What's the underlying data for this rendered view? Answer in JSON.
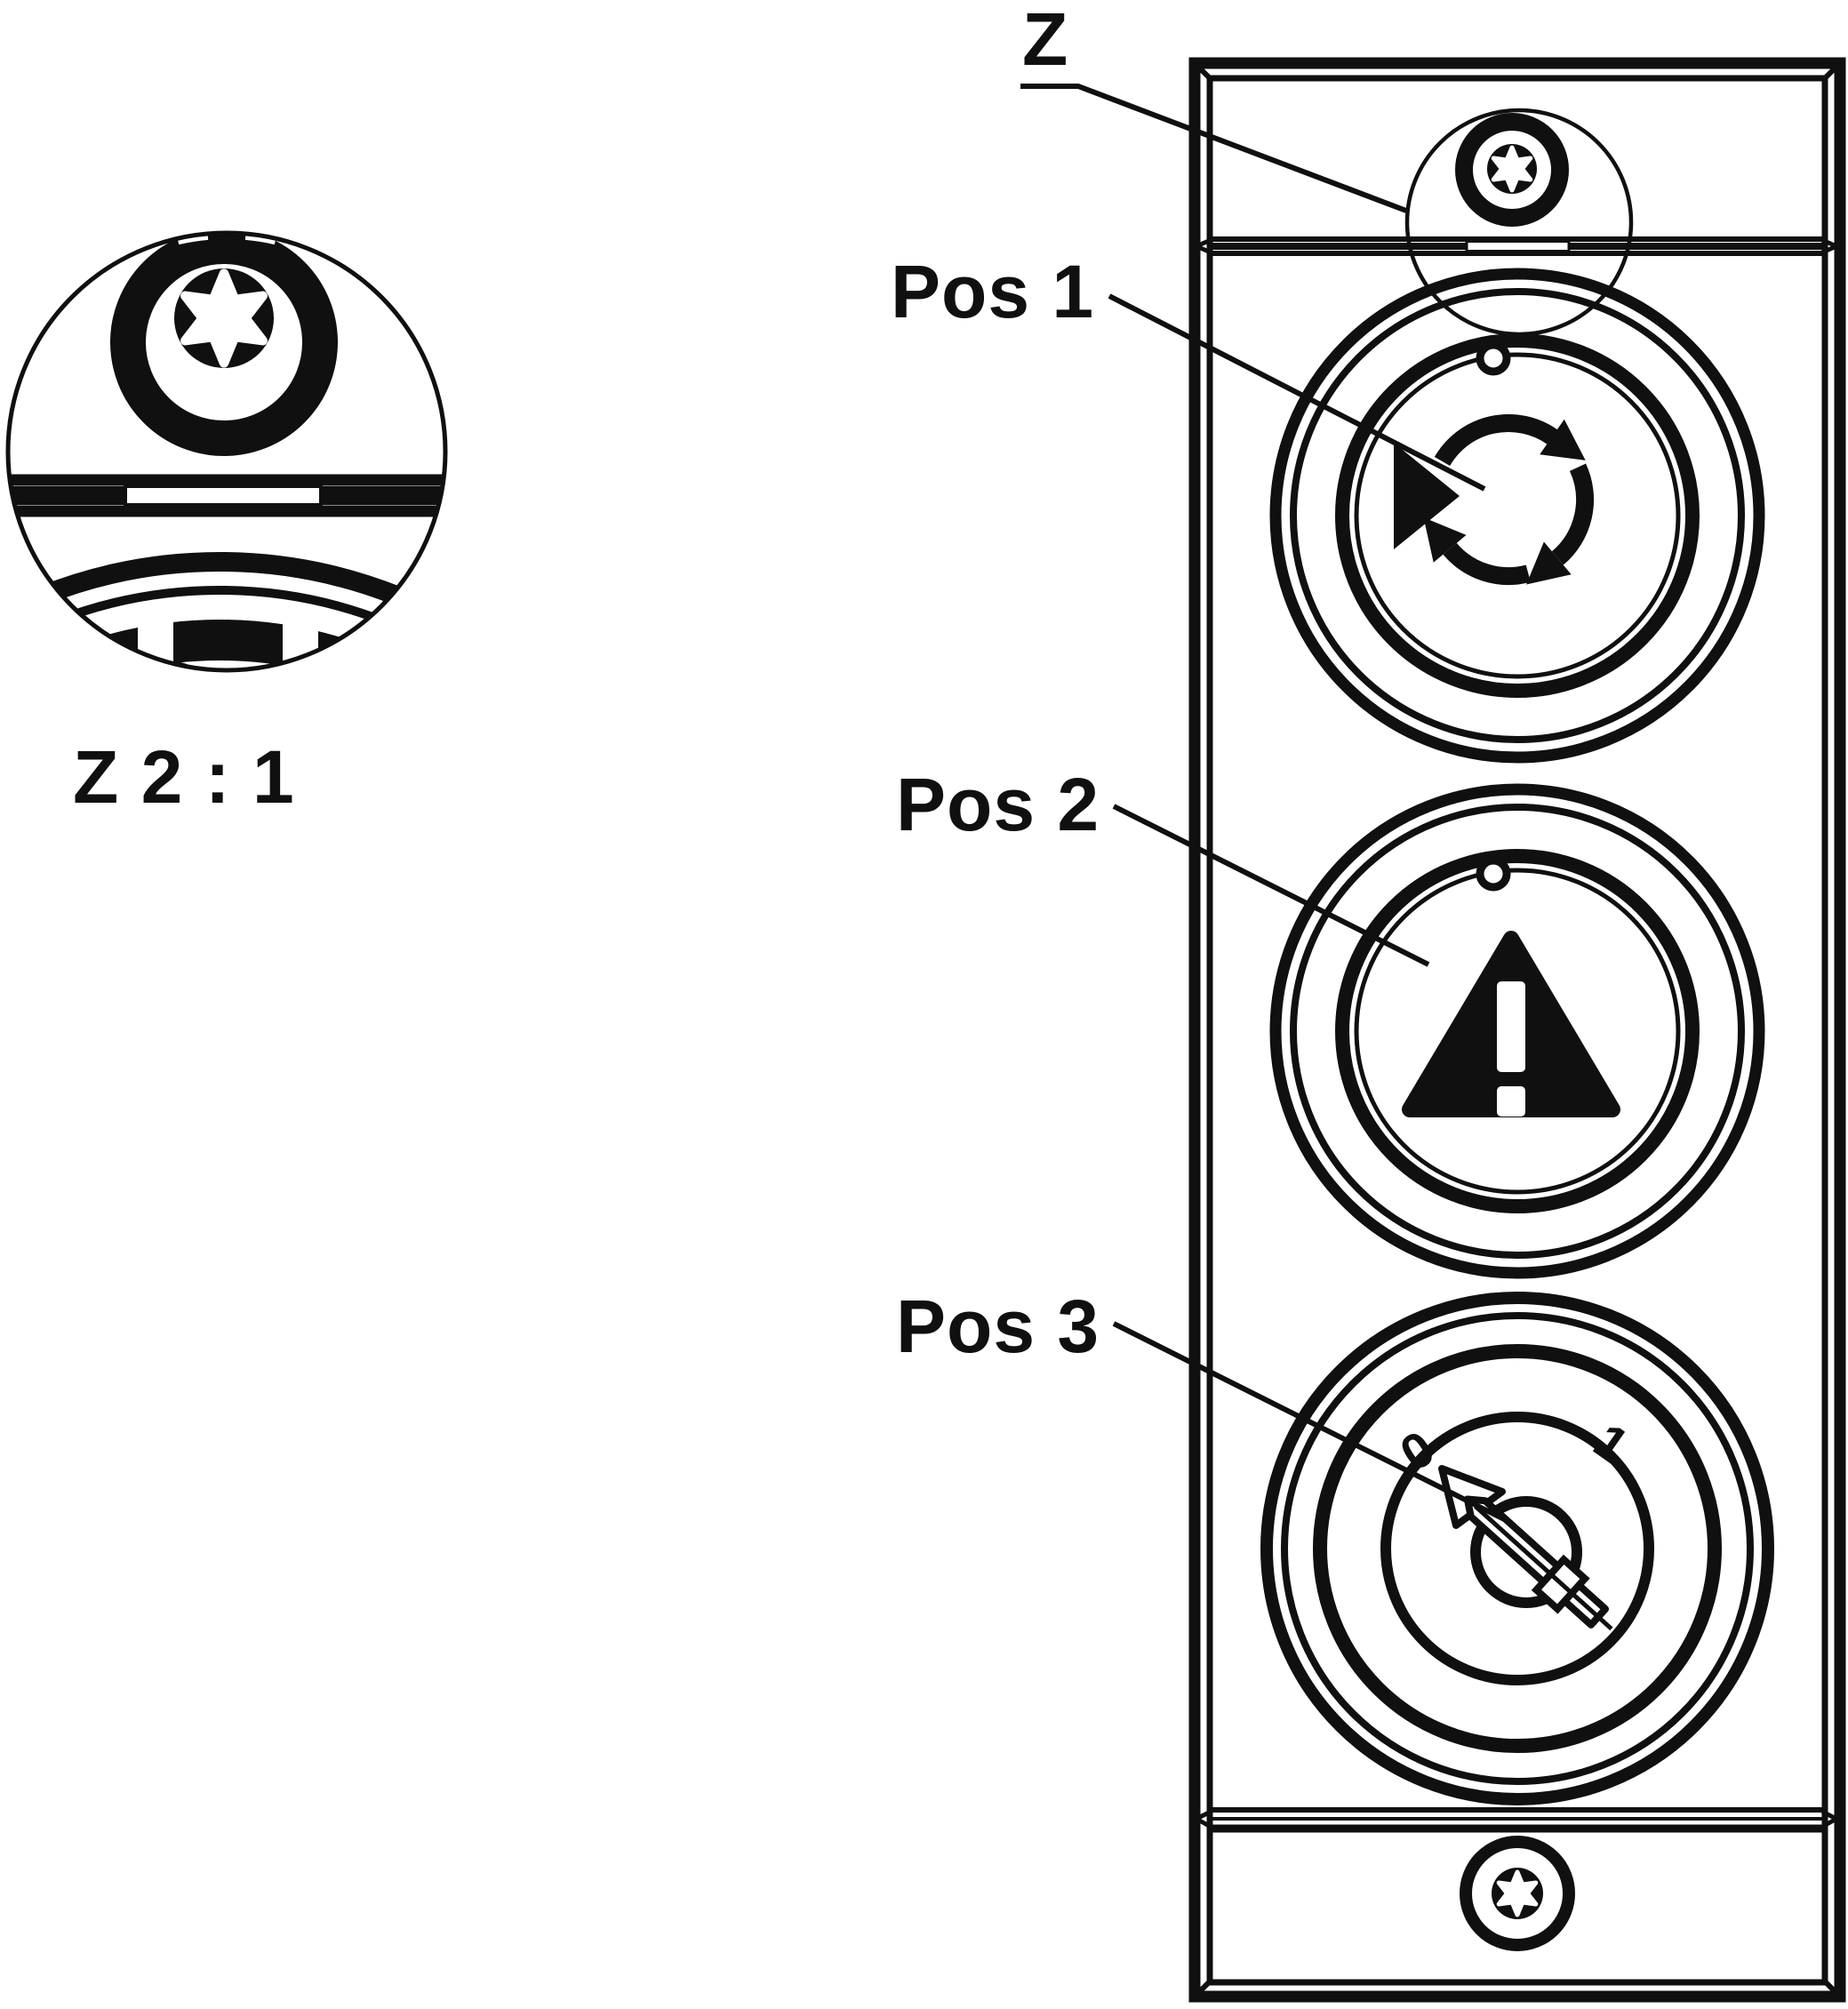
{
  "figure": {
    "type": "technical-line-drawing",
    "description": "Front view of a vertical control panel with three round controls (rotation button, warning stop button, key switch), fixed with Torx screws top and bottom, plus a 2:1 magnified detail view Z of the upper screw and panel seam.",
    "ink_color": "#0f100f",
    "background_color": "#ffffff"
  },
  "labels": {
    "detail_marker": "Z",
    "detail_scale": "Z 2 : 1",
    "pos1": "Pos 1",
    "pos2": "Pos 2",
    "pos3": "Pos 3"
  },
  "key_switch": {
    "off": "0",
    "on": "1"
  }
}
